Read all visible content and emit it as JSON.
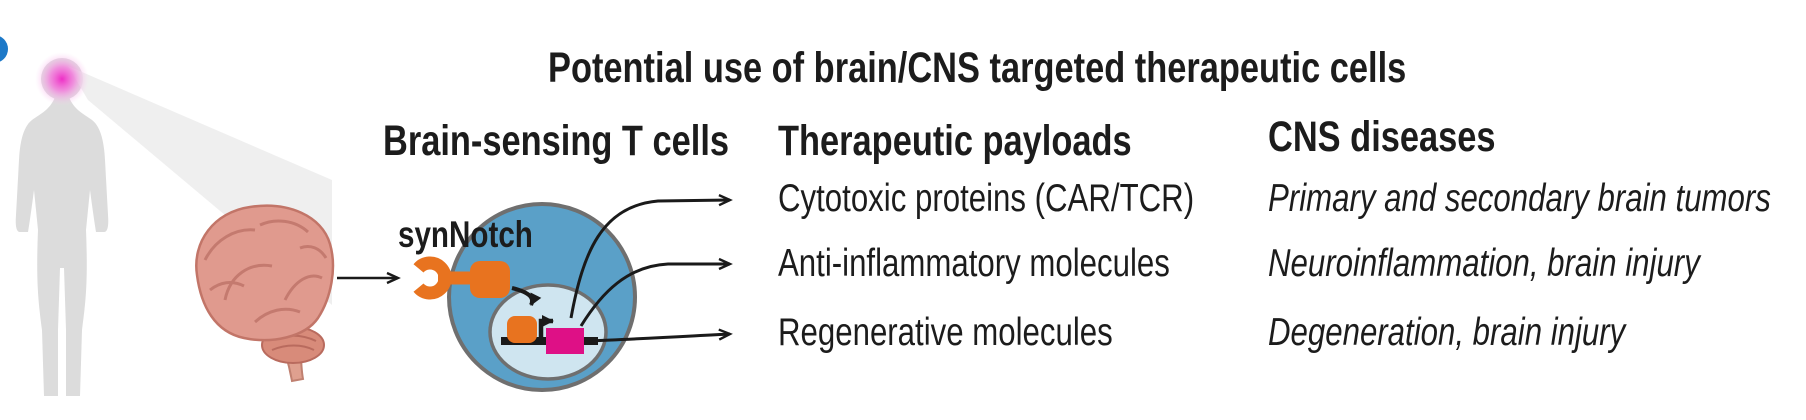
{
  "figure": {
    "title": "Potential use of brain/CNS targeted therapeutic cells",
    "cells_column": {
      "header": "Brain-sensing T cells",
      "receptor_label": "synNotch"
    },
    "payloads_column": {
      "header": "Therapeutic payloads",
      "items": [
        "Cytotoxic proteins (CAR/TCR)",
        "Anti-inflammatory molecules",
        "Regenerative molecules"
      ]
    },
    "diseases_column": {
      "header": "CNS diseases",
      "items": [
        "Primary and secondary brain tumors",
        "Neuroinflammation, brain injury",
        "Degeneration, brain injury"
      ]
    },
    "colors": {
      "cell_body": "#5aa0c8",
      "nucleus": "#cfe5f0",
      "receptor_orange": "#e8731f",
      "gene_magenta": "#de1086",
      "head_glow": "#ee2fc6",
      "silhouette_gray": "#dcdcdc",
      "beam_gray": "#e9e9e9",
      "outline_gray": "#6f6f6f",
      "arrow_black": "#1a1a1a",
      "text": "#1c1c1c",
      "panel_marker_blue": "#1d79c8"
    }
  }
}
